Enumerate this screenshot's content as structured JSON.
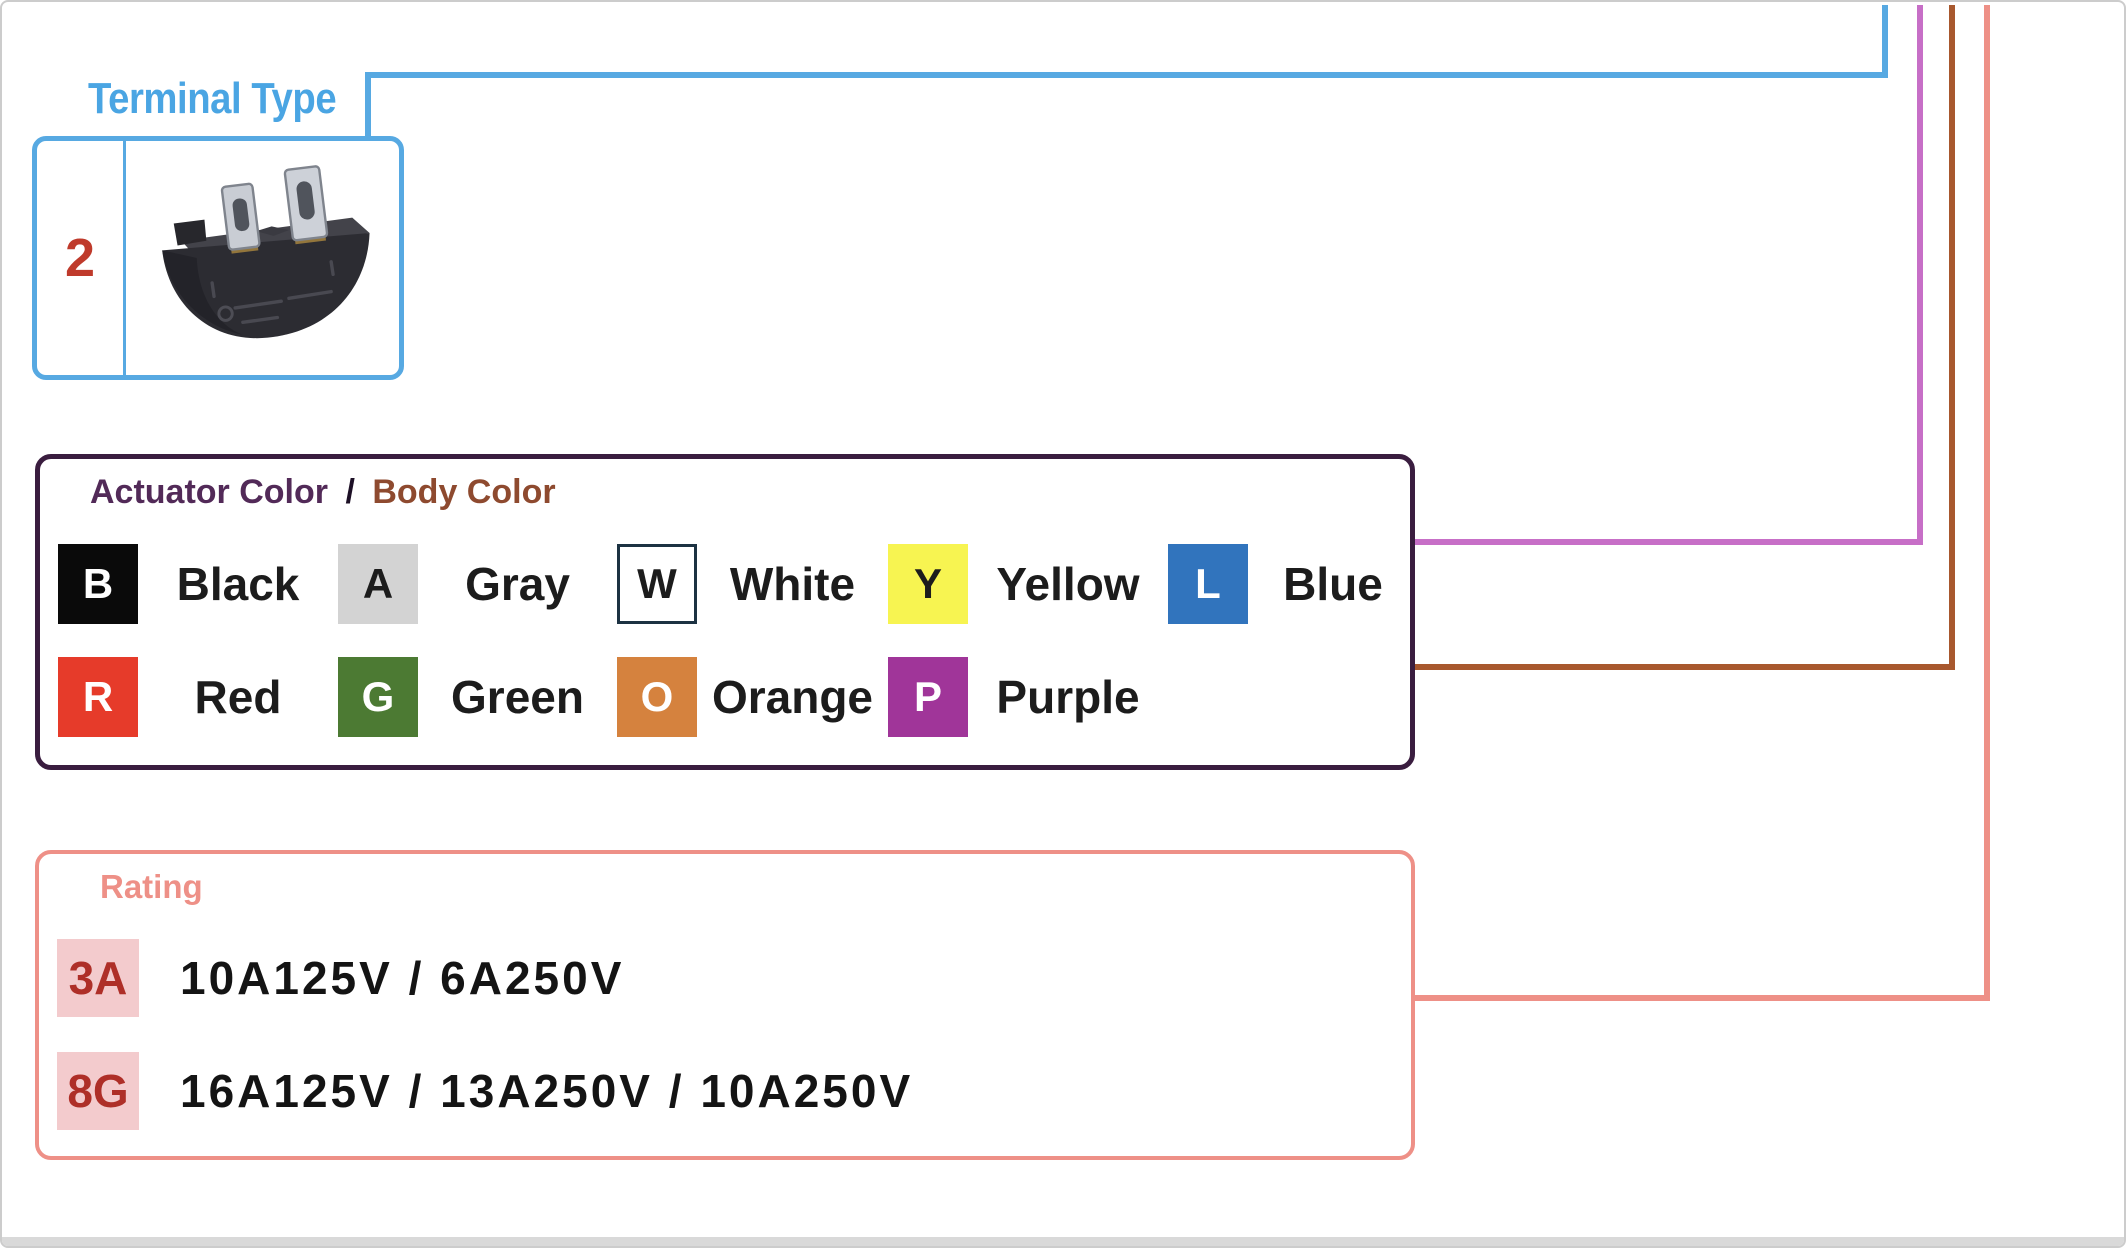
{
  "page": {
    "background": "#ffffff",
    "border_color": "#cccccc",
    "bottom_strip_color": "#d9d9d9"
  },
  "connectors": {
    "blue": "#57a9e2",
    "orchid": "#c76fc7",
    "brown": "#a8582e",
    "salmon": "#ee9087"
  },
  "terminal_type": {
    "title": "Terminal Type",
    "title_color": "#4aa5e3",
    "box_border_color": "#57a9e2",
    "code": "2",
    "code_color": "#bf3a2b"
  },
  "actuator_body": {
    "box_border_color": "#3a1d3f",
    "title": {
      "part1": "Actuator Color",
      "part1_color": "#522a58",
      "separator": "/",
      "separator_color": "#1d1026",
      "part2": "Body Color",
      "part2_color": "#8e4a2f"
    },
    "rows": [
      {
        "swatches": [
          {
            "code": "B",
            "label": "Black",
            "bg": "#0a0a0a",
            "fg": "#ffffff"
          },
          {
            "code": "A",
            "label": "Gray",
            "bg": "#d3d3d3",
            "fg": "#1c1c1c"
          },
          {
            "code": "W",
            "label": "White",
            "bg": "#ffffff",
            "fg": "#1c1c1c",
            "border": "#1c3242"
          },
          {
            "code": "Y",
            "label": "Yellow",
            "bg": "#f7f451",
            "fg": "#1c1c1c"
          },
          {
            "code": "L",
            "label": "Blue",
            "bg": "#3174bd",
            "fg": "#ffffff"
          }
        ]
      },
      {
        "swatches": [
          {
            "code": "R",
            "label": "Red",
            "bg": "#e63b2a",
            "fg": "#ffffff"
          },
          {
            "code": "G",
            "label": "Green",
            "bg": "#4c7a33",
            "fg": "#ffffff"
          },
          {
            "code": "O",
            "label": "Orange",
            "bg": "#d5823e",
            "fg": "#ffffff"
          },
          {
            "code": "P",
            "label": "Purple",
            "bg": "#a03599",
            "fg": "#ffffff"
          }
        ]
      }
    ]
  },
  "rating": {
    "title": "Rating",
    "title_color": "#ee9087",
    "box_border_color": "#ee9087",
    "chip_bg": "#f3cbcd",
    "chip_fg": "#ae2f28",
    "rows": [
      {
        "code": "3A",
        "value": "10A125V / 6A250V"
      },
      {
        "code": "8G",
        "value": "16A125V / 13A250V / 10A250V"
      }
    ]
  }
}
